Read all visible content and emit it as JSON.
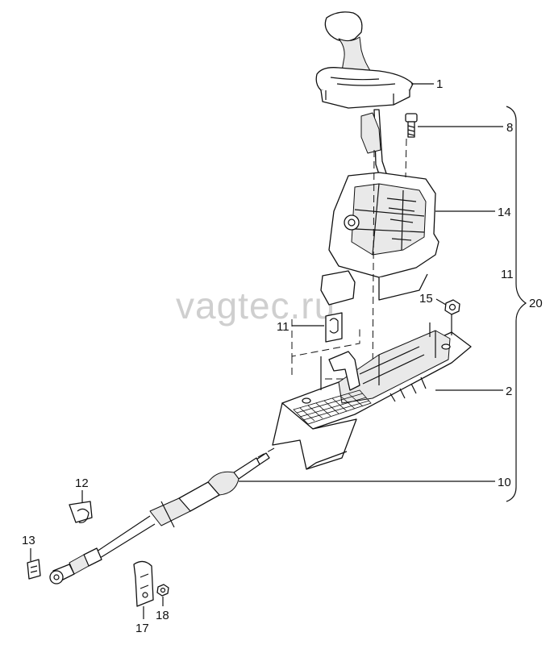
{
  "watermark": "vagtec.ru",
  "callouts": {
    "c1": "1",
    "c2": "2",
    "c8": "8",
    "c10": "10",
    "c11a": "11",
    "c11b": "11",
    "c12": "12",
    "c13": "13",
    "c14": "14",
    "c15": "15",
    "c17": "17",
    "c18": "18",
    "c20": "20"
  }
}
